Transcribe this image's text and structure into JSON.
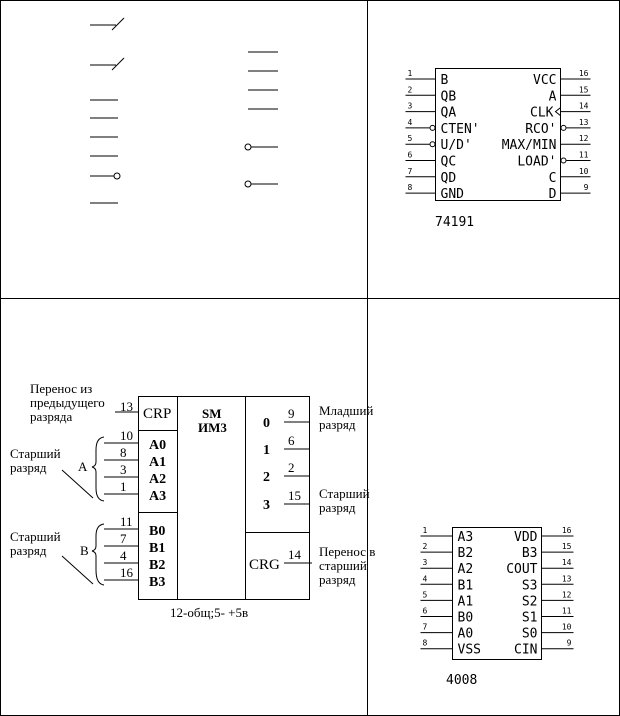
{
  "chip_74191": {
    "name": "74191",
    "left_pins": [
      {
        "num": "1",
        "label": "B"
      },
      {
        "num": "2",
        "label": "QB"
      },
      {
        "num": "3",
        "label": "QA"
      },
      {
        "num": "4",
        "label": "CTEN'"
      },
      {
        "num": "5",
        "label": "U/D'"
      },
      {
        "num": "6",
        "label": "QC"
      },
      {
        "num": "7",
        "label": "QD"
      },
      {
        "num": "8",
        "label": "GND"
      }
    ],
    "right_pins": [
      {
        "num": "16",
        "label": "VCC"
      },
      {
        "num": "15",
        "label": "A"
      },
      {
        "num": "14",
        "label": "CLK"
      },
      {
        "num": "13",
        "label": "RCO'"
      },
      {
        "num": "12",
        "label": "MAX/MIN"
      },
      {
        "num": "11",
        "label": "LOAD'"
      },
      {
        "num": "10",
        "label": "C"
      },
      {
        "num": "9",
        "label": "D"
      }
    ]
  },
  "adder_im3": {
    "title_line1": "SM",
    "title_line2": "ИМ3",
    "crp_label": "CRP",
    "crg_label": "CRG",
    "carry_in_text": [
      "Перенос из",
      "предыдущего",
      "разряда"
    ],
    "carry_in_pin": "13",
    "a_inputs": [
      {
        "num": "10",
        "label": "A0"
      },
      {
        "num": "8",
        "label": "A1"
      },
      {
        "num": "3",
        "label": "A2"
      },
      {
        "num": "1",
        "label": "A3"
      }
    ],
    "b_inputs": [
      {
        "num": "11",
        "label": "B0"
      },
      {
        "num": "7",
        "label": "B1"
      },
      {
        "num": "4",
        "label": "B2"
      },
      {
        "num": "16",
        "label": "B3"
      }
    ],
    "outputs": [
      {
        "num": "9",
        "label": "0"
      },
      {
        "num": "6",
        "label": "1"
      },
      {
        "num": "2",
        "label": "2"
      },
      {
        "num": "15",
        "label": "3"
      }
    ],
    "crg_pin": "14",
    "group_a_letter": "A",
    "group_b_letter": "B",
    "group_a_text": [
      "Старший",
      "разряд"
    ],
    "group_b_text": [
      "Старший",
      "разряд"
    ],
    "low_bit_text": [
      "Младший",
      "разряд"
    ],
    "high_bit_text": [
      "Старший",
      "разряд"
    ],
    "carry_out_text": [
      "Перенос в",
      "старший",
      "разряд"
    ],
    "power_note": "12-общ;5- +5в"
  },
  "chip_4008": {
    "name": "4008",
    "left_pins": [
      {
        "num": "1",
        "label": "A3"
      },
      {
        "num": "2",
        "label": "B2"
      },
      {
        "num": "3",
        "label": "A2"
      },
      {
        "num": "4",
        "label": "B1"
      },
      {
        "num": "5",
        "label": "A1"
      },
      {
        "num": "6",
        "label": "B0"
      },
      {
        "num": "7",
        "label": "A0"
      },
      {
        "num": "8",
        "label": "VSS"
      }
    ],
    "right_pins": [
      {
        "num": "16",
        "label": "VDD"
      },
      {
        "num": "15",
        "label": "B3"
      },
      {
        "num": "14",
        "label": "COUT"
      },
      {
        "num": "13",
        "label": "S3"
      },
      {
        "num": "12",
        "label": "S2"
      },
      {
        "num": "11",
        "label": "S1"
      },
      {
        "num": "10",
        "label": "S0"
      },
      {
        "num": "9",
        "label": "CIN"
      }
    ]
  }
}
